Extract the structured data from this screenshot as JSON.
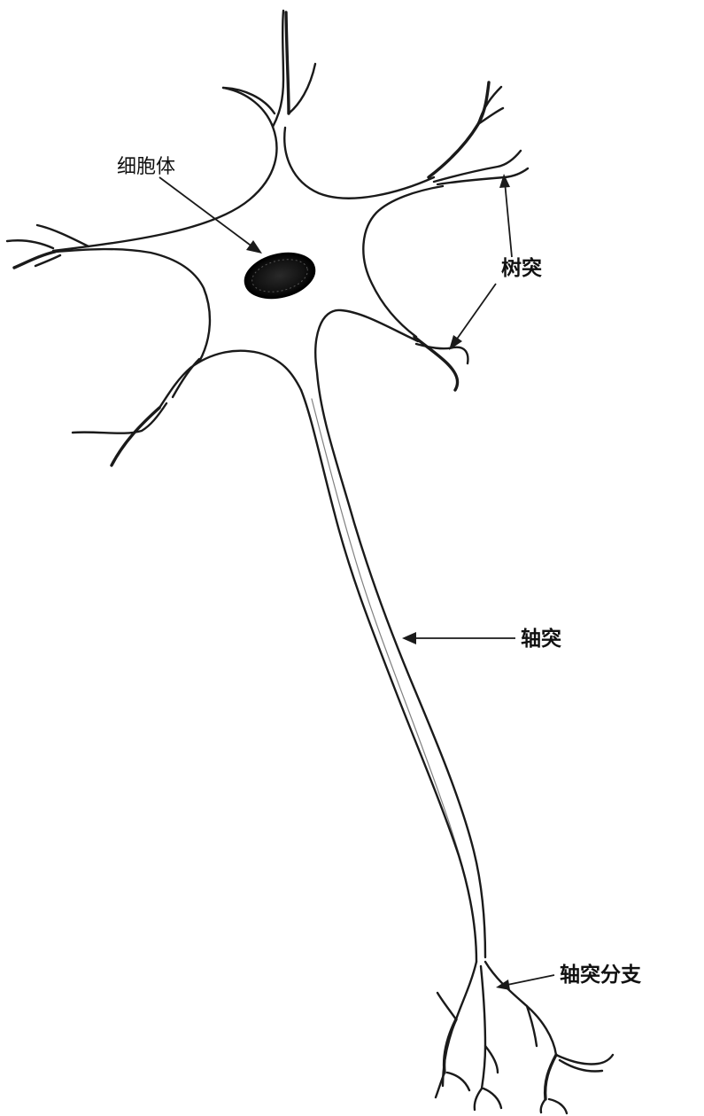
{
  "labels": {
    "cell_body": "细胞体",
    "dendrites": "树突",
    "axon": "轴突",
    "axon_branches": "轴突分支"
  },
  "colors": {
    "ink": "#1a1a1a",
    "background": "#ffffff"
  }
}
